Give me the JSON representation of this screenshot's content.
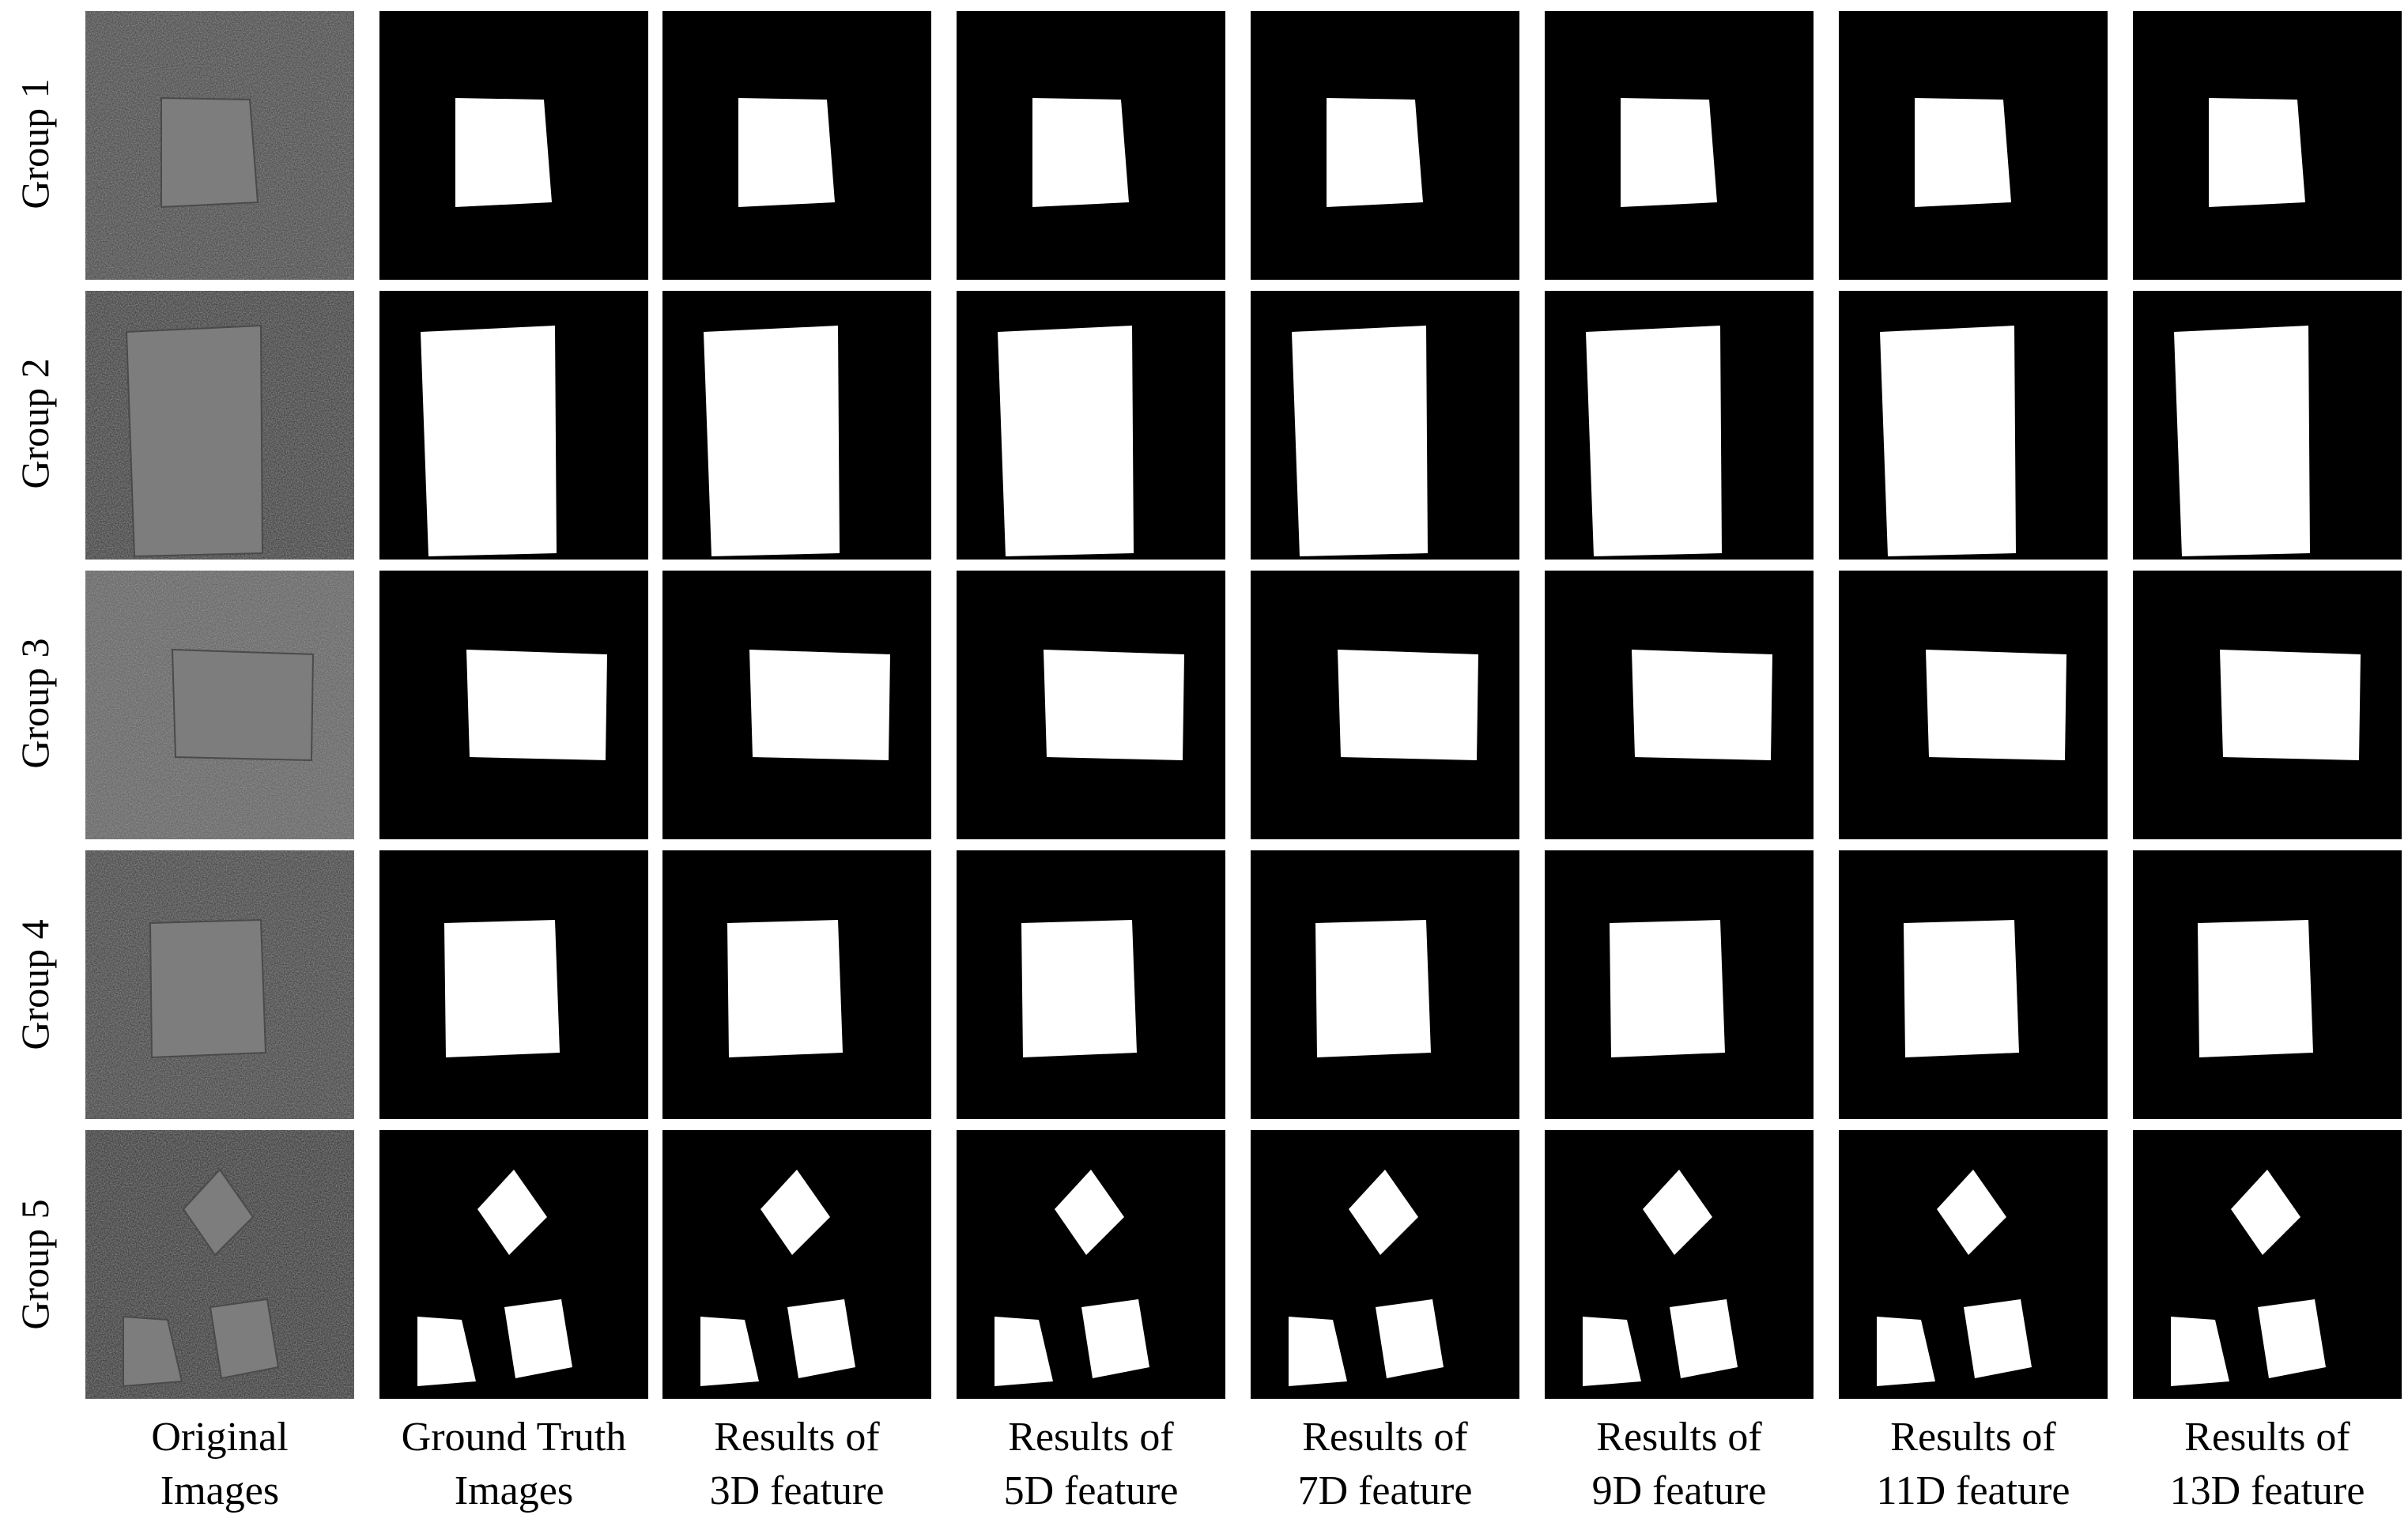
{
  "rows": [
    {
      "label": "Group 1"
    },
    {
      "label": "Group 2"
    },
    {
      "label": "Group 3"
    },
    {
      "label": "Group 4"
    },
    {
      "label": "Group 5"
    }
  ],
  "columns": [
    {
      "line1": "Original",
      "line2": "Images"
    },
    {
      "line1": "Ground Truth",
      "line2": "Images"
    },
    {
      "line1": "Results of",
      "line2": "3D feature"
    },
    {
      "line1": "Results of",
      "line2": "5D feature"
    },
    {
      "line1": "Results of",
      "line2": "7D feature"
    },
    {
      "line1": "Results of",
      "line2": "9D feature"
    },
    {
      "line1": "Results of",
      "line2": "11D feature"
    },
    {
      "line1": "Results of",
      "line2": "13D feature"
    }
  ]
}
